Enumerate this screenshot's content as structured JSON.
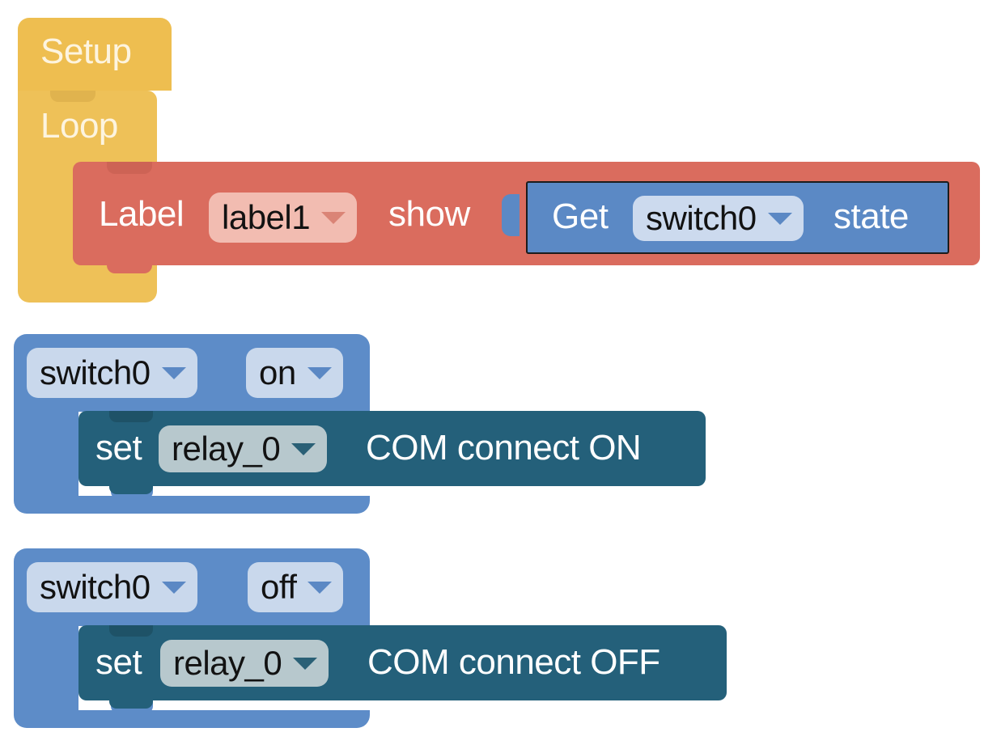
{
  "workspace": {
    "background_color": "#ffffff",
    "palette": {
      "hat_yellow": "#eebe50",
      "label_red": "#da6c5e",
      "reporter_blue": "#5b89c5",
      "event_blue": "#5d8cc8",
      "actuator_teal": "#24607a",
      "selected_outline": "#1c1c1c"
    }
  },
  "groups": [
    {
      "id": "setup-loop-group",
      "blocks": {
        "setup": {
          "label": "Setup"
        },
        "loop": {
          "label": "Loop"
        },
        "label_statement": {
          "prefix": "Label",
          "dropdown": {
            "value": "label1",
            "caret": "chevron-down-icon"
          },
          "suffix": "show"
        },
        "get_reporter": {
          "prefix": "Get",
          "dropdown": {
            "value": "switch0",
            "caret": "chevron-down-icon"
          },
          "suffix": "state",
          "selected": true
        }
      }
    },
    {
      "id": "switch0-on-group",
      "blocks": {
        "event": {
          "component_dropdown": {
            "value": "switch0",
            "caret": "chevron-down-icon"
          },
          "state_dropdown": {
            "value": "on",
            "caret": "chevron-down-icon"
          }
        },
        "action": {
          "prefix": "set",
          "dropdown": {
            "value": "relay_0",
            "caret": "chevron-down-icon"
          },
          "suffix": "COM connect ON"
        }
      }
    },
    {
      "id": "switch0-off-group",
      "blocks": {
        "event": {
          "component_dropdown": {
            "value": "switch0",
            "caret": "chevron-down-icon"
          },
          "state_dropdown": {
            "value": "off",
            "caret": "chevron-down-icon"
          }
        },
        "action": {
          "prefix": "set",
          "dropdown": {
            "value": "relay_0",
            "caret": "chevron-down-icon"
          },
          "suffix": "COM connect OFF"
        }
      }
    }
  ]
}
